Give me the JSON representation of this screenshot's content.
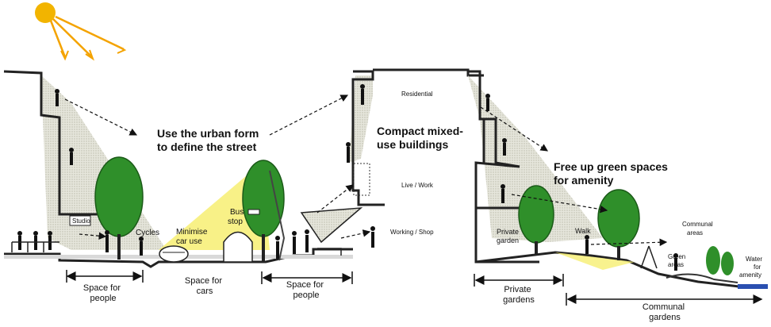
{
  "headings": {
    "urban_form": [
      "Use the urban form",
      "to define the street"
    ],
    "compact": [
      "Compact mixed-",
      "use buildings"
    ],
    "green_spaces": [
      "Free up green spaces",
      "for amenity"
    ]
  },
  "labels": {
    "studio": "Studio",
    "cycles": "Cycles",
    "minimise": [
      "Minimise",
      "car use"
    ],
    "bus_stop": [
      "Bus",
      "stop"
    ],
    "residential": "Residential",
    "live_work": "Live / Work",
    "working_shop": "Working / Shop",
    "private_garden": [
      "Private",
      "garden"
    ],
    "walk": "Walk",
    "communal_areas": [
      "Communal",
      "areas"
    ],
    "green_areas": [
      "Green",
      "areas"
    ],
    "water": [
      "Water",
      "for",
      "amenity"
    ]
  },
  "dimensions": {
    "space_people_left": [
      "Space for",
      "people"
    ],
    "space_cars": [
      "Space for",
      "cars"
    ],
    "space_people_right": [
      "Space for",
      "people"
    ],
    "private_gardens": [
      "Private",
      "gardens"
    ],
    "communal_gardens": [
      "Communal",
      "gardens"
    ]
  },
  "colors": {
    "sun": "#f2b400",
    "sunray": "#f4a300",
    "shadow": "#dcdcd0",
    "tree": "#2f8f2a",
    "light_beam": "#f7f07a",
    "ground": "#222222",
    "water": "#2a4fb0"
  }
}
